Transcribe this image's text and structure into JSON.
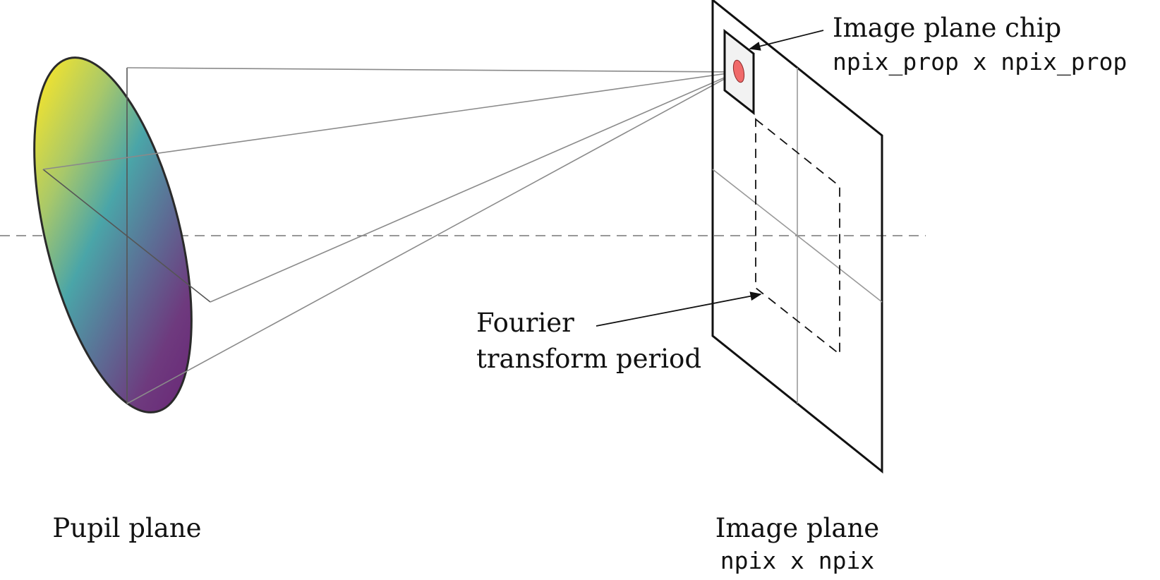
{
  "labels": {
    "pupil_plane": "Pupil plane",
    "image_plane": "Image plane",
    "image_plane_size": "npix x npix",
    "chip_title": "Image plane chip",
    "chip_size": "npix_prop x npix_prop",
    "fourier_line1": "Fourier",
    "fourier_line2": "transform period"
  },
  "colors": {
    "gradient": [
      "#fde725",
      "#5ec962",
      "#21918c",
      "#3b528b",
      "#440154"
    ],
    "psf_spot": "#f06a6a",
    "chip_fill": "#f2f2f2",
    "ray": "#888888",
    "outline": "#111111"
  }
}
